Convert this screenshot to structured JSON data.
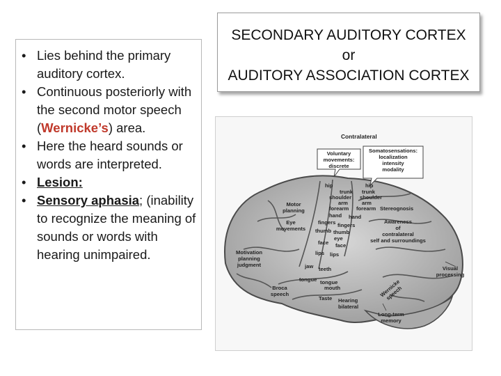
{
  "bullets": {
    "b1": "Lies behind the primary auditory cortex.",
    "b2_pre": "Continuous posteriorly with the second motor speech (",
    "b2_red": "Wernicke’s",
    "b2_post": ") area.",
    "b3": "Here the heard sounds or words are interpreted.",
    "b4": "Lesion:",
    "b5_u": "Sensory aphasia",
    "b5_rest": "; (inability to recognize the meaning of sounds or words with hearing unimpaired."
  },
  "title": {
    "line1": "SECONDARY AUDITORY CORTEX",
    "line2": "or",
    "line3": "AUDITORY ASSOCIATION CORTEX"
  },
  "figure": {
    "contralateral": "Contralateral",
    "voluntary": [
      "Voluntary",
      "movements:",
      "discrete"
    ],
    "somato": [
      "Somatosensations:",
      "localization",
      "intensity",
      "modality"
    ],
    "hip": "hip",
    "hip2": "hip",
    "trunk": "trunk",
    "trunk2": "trunk",
    "shoulder": "shoulder",
    "shoulder2": "shoulder",
    "arm": "arm",
    "arm2": "arm",
    "forearm": "forearm",
    "forearm2": "forearm",
    "hand": "hand",
    "hand2": "hand",
    "fingers": "fingers",
    "fingers2": "fingers",
    "thumb": "thumb",
    "thumb2": "thumb",
    "eye": "eye",
    "face": "face",
    "face2": "face",
    "lips": "lips",
    "lips2": "lips",
    "jaw": "jaw",
    "teeth": "teeth",
    "tongue": "tongue",
    "tongue2": "tongue",
    "mouth": "mouth",
    "taste": "Taste",
    "hearing": [
      "Hearing",
      "bilateral"
    ],
    "motor_planning": [
      "Motor",
      "planning"
    ],
    "eye_movements": [
      "Eye",
      "movements"
    ],
    "motivation": [
      "Motivation",
      "planning",
      "judgment"
    ],
    "broca": [
      "Broca",
      "speech"
    ],
    "stereognosis": "Stereognosis",
    "awareness": [
      "Awareness",
      "of",
      "contralateral",
      "self and surroundings"
    ],
    "visual": [
      "Visual",
      "processing"
    ],
    "wernicke": [
      "Wernicke",
      "speech"
    ],
    "longterm": [
      "Long-term",
      "memory"
    ]
  }
}
